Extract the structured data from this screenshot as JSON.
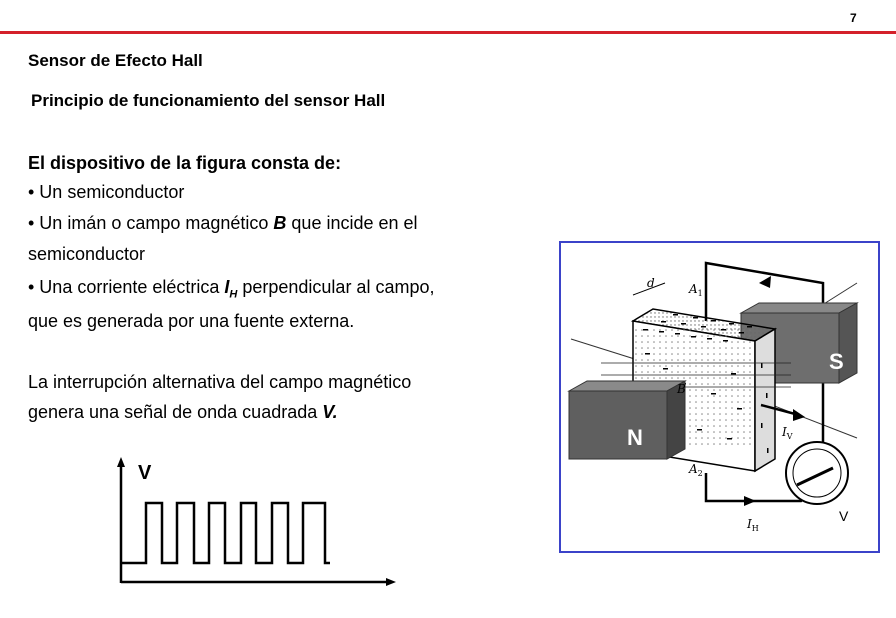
{
  "slide": {
    "page_number": "7",
    "section_title": "Sensor de Efecto Hall",
    "subtitle": "Principio de funcionamiento del sensor Hall"
  },
  "body": {
    "intro": "El dispositivo de la figura consta de:",
    "bullet1": "• Un semiconductor",
    "bullet2_prefix": "• Un imán o campo magnético ",
    "bullet2_var": "B",
    "bullet2_suffix": " que incide en el",
    "bullet2_line2": "semiconductor",
    "bullet3_prefix": "• Una corriente eléctrica ",
    "bullet3_var": "I",
    "bullet3_sub": "H",
    "bullet3_suffix": " perpendicular al campo,",
    "bullet3_line2": "que es generada por una fuente externa.",
    "para_line1": "La interrupción alternativa del campo magnético",
    "para_line2_prefix": "genera una señal de onda cuadrada ",
    "para_line2_var": "V."
  },
  "wave": {
    "axis_label": "V"
  },
  "figure": {
    "north_label": "N",
    "south_label": "S",
    "d_label": "d",
    "a1_label": "A",
    "a1_sub": "1",
    "a2_label": "A",
    "a2_sub": "2",
    "b_label": "B",
    "iv_label": "I",
    "iv_sub": "V",
    "ih_label": "I",
    "ih_sub": "H",
    "meter_label": "V"
  },
  "colors": {
    "accent_rule": "#d4202a",
    "frame_border": "#3b43c9"
  }
}
